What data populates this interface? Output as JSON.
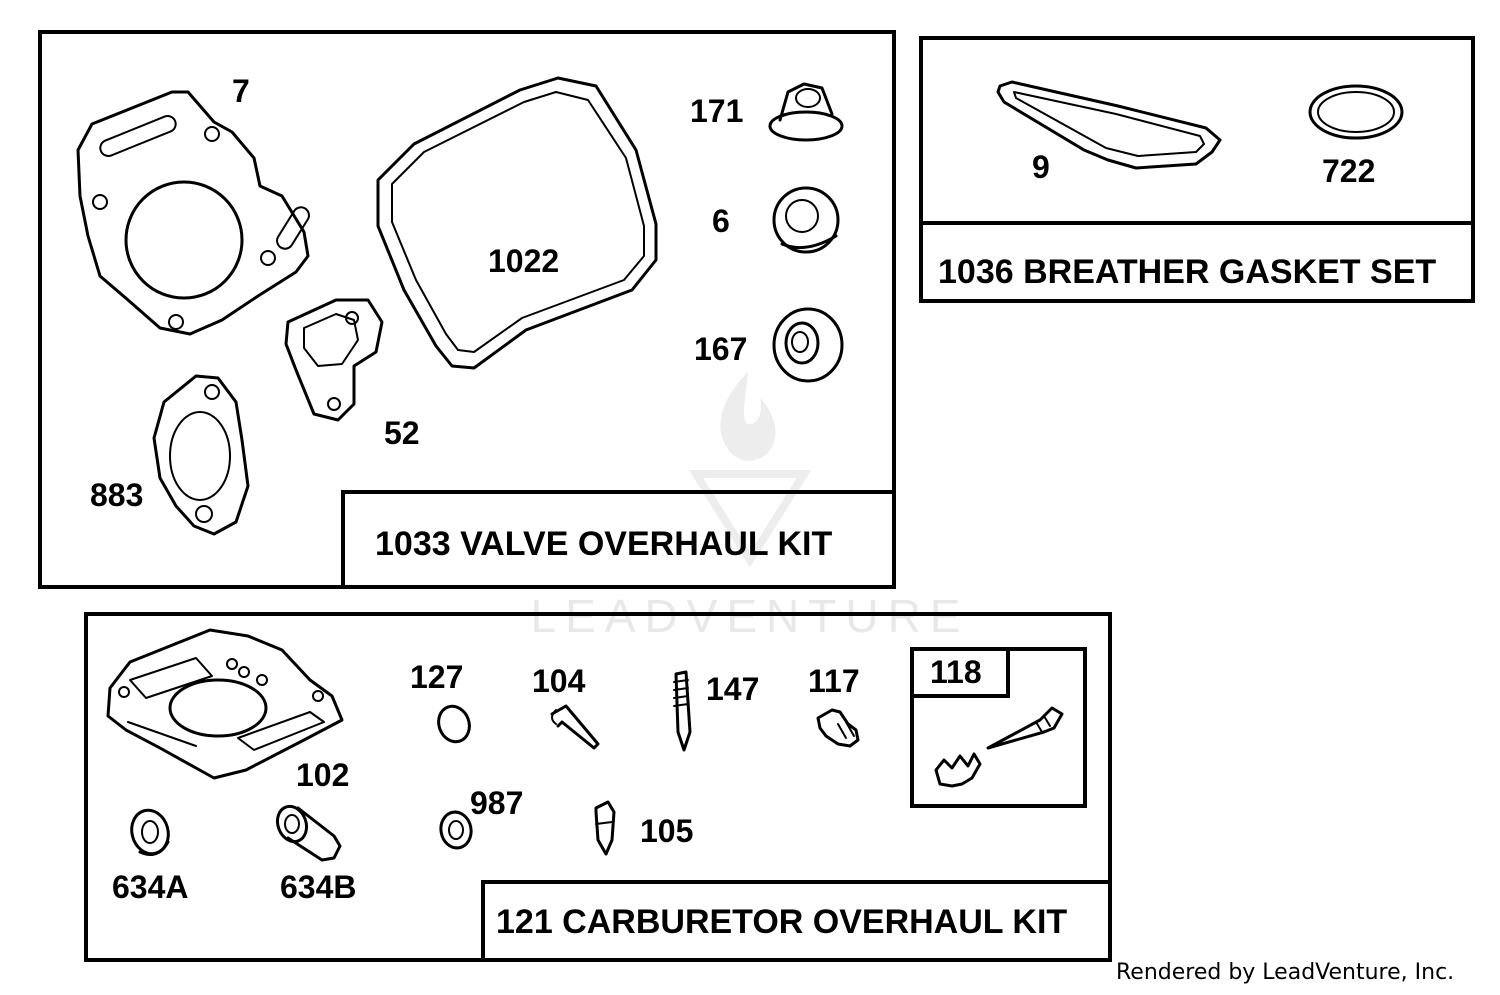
{
  "kits": {
    "valve": {
      "title": "1033 VALVE OVERHAUL KIT",
      "parts": [
        "7",
        "1022",
        "171",
        "6",
        "167",
        "52",
        "883"
      ]
    },
    "breather": {
      "title": "1036 BREATHER GASKET SET",
      "parts": [
        "9",
        "722"
      ]
    },
    "carburetor": {
      "title": "121 CARBURETOR OVERHAUL KIT",
      "parts": [
        "102",
        "127",
        "104",
        "147",
        "117",
        "118",
        "987",
        "105",
        "634A",
        "634B"
      ]
    }
  },
  "watermark": "LEADVENTURE",
  "footer": "Rendered by LeadVenture, Inc."
}
